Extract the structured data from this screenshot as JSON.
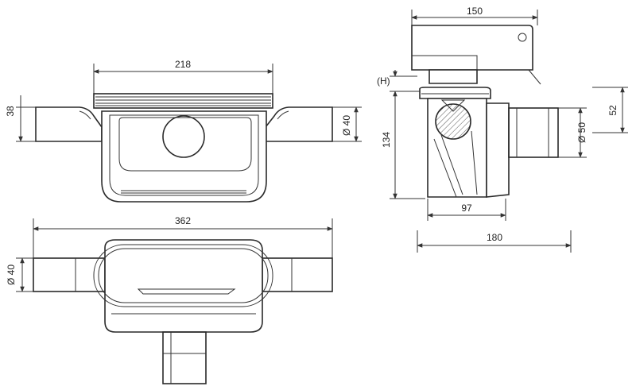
{
  "front_view": {
    "dim_width": "218",
    "dim_height": "38",
    "dim_outlet": "Ø 40"
  },
  "top_view": {
    "dim_length": "362",
    "dim_outlet": "Ø 40"
  },
  "side_view": {
    "dim_top_width": "150",
    "dim_h": "(H)",
    "dim_total_height": "134",
    "dim_outlet": "Ø 50",
    "dim_upper_height": "52",
    "dim_body_width": "97",
    "dim_total_width": "180"
  }
}
